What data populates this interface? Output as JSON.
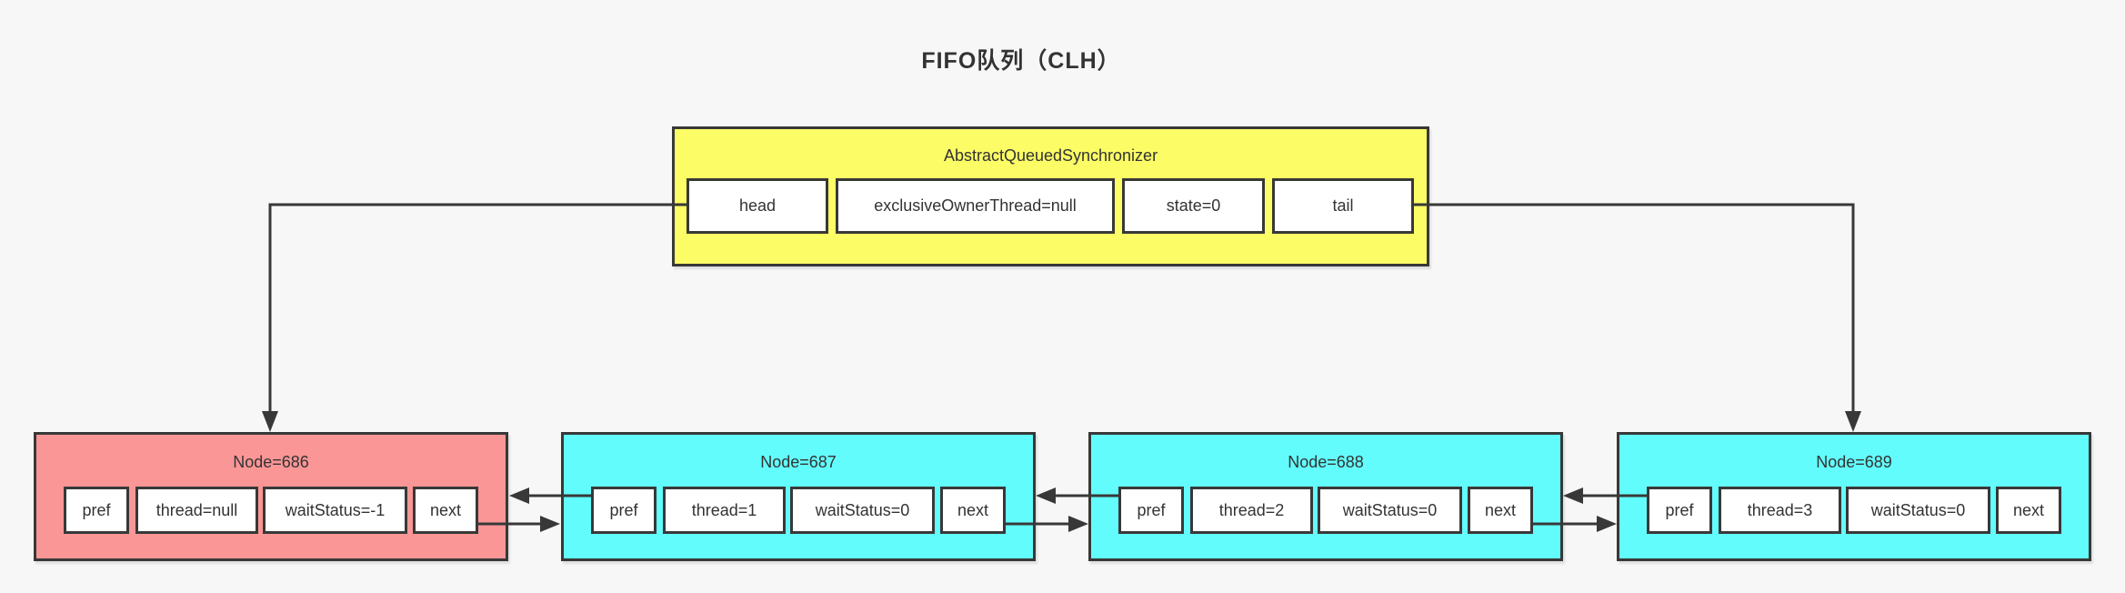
{
  "title": "FIFO队列（CLH）",
  "aqs": {
    "title": "AbstractQueuedSynchronizer",
    "fields": {
      "head": "head",
      "owner": "exclusiveOwnerThread=null",
      "state": "state=0",
      "tail": "tail"
    }
  },
  "nodes": [
    {
      "title": "Node=686",
      "pref": "pref",
      "thread": "thread=null",
      "waitStatus": "waitStatus=-1",
      "next": "next",
      "color": "#FA9696"
    },
    {
      "title": "Node=687",
      "pref": "pref",
      "thread": "thread=1",
      "waitStatus": "waitStatus=0",
      "next": "next",
      "color": "#63FCFC"
    },
    {
      "title": "Node=688",
      "pref": "pref",
      "thread": "thread=2",
      "waitStatus": "waitStatus=0",
      "next": "next",
      "color": "#63FCFC"
    },
    {
      "title": "Node=689",
      "pref": "pref",
      "thread": "thread=3",
      "waitStatus": "waitStatus=0",
      "next": "next",
      "color": "#63FCFC"
    }
  ],
  "colors": {
    "background": "#F7F7F7",
    "line": "#383838",
    "text": "#333333",
    "aqs_fill": "#FCFC66",
    "head_node_fill": "#FA9696",
    "node_fill": "#63FCFC"
  }
}
